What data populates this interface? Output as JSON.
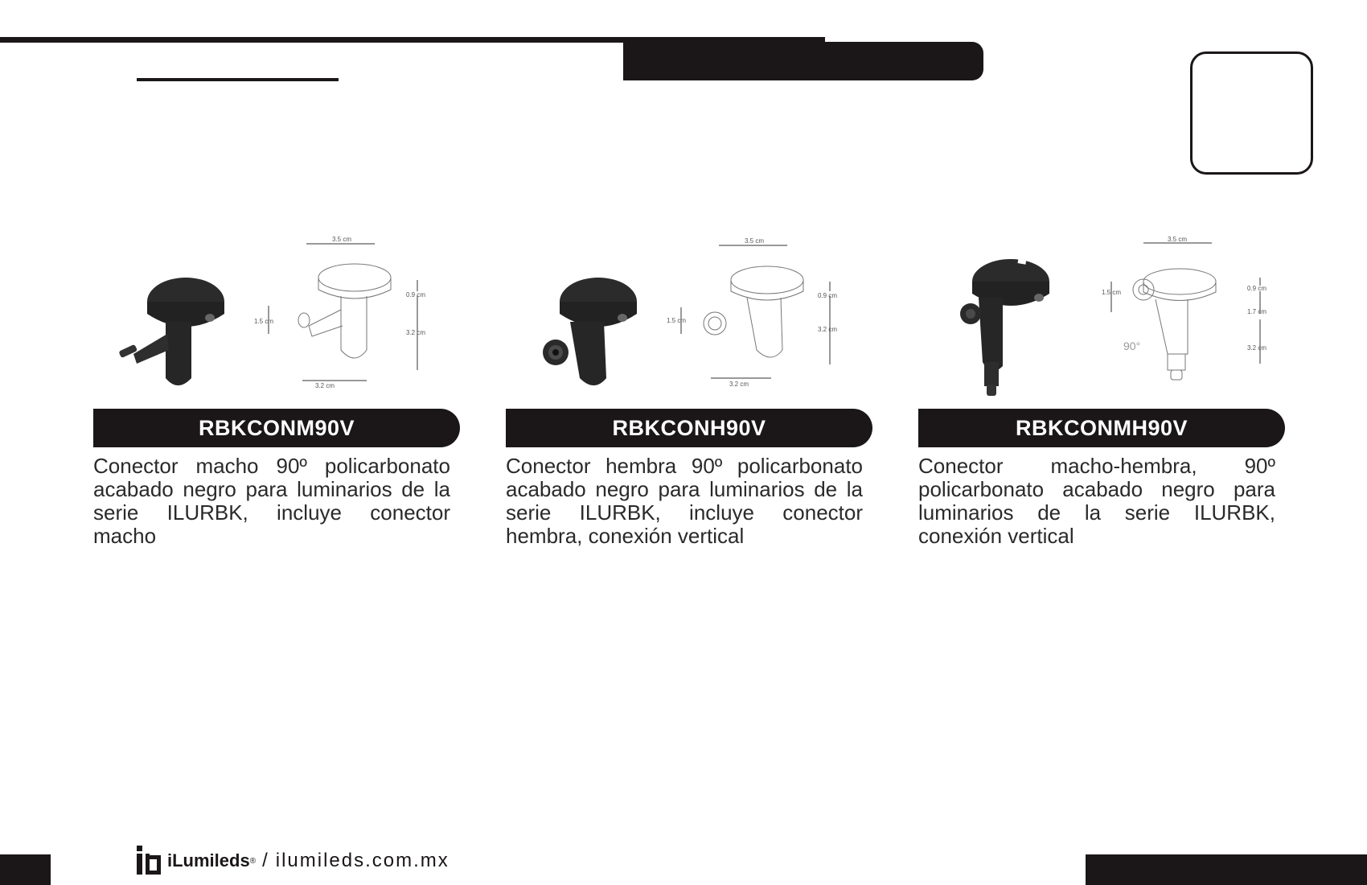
{
  "products": [
    {
      "code": "RBKCONM90V",
      "description": "Conector macho 90º policarbonato acabado negro para luminarios de la serie ILURBK, incluye conector macho",
      "dims": {
        "top": "3.5 cm",
        "right_small": "0.9 cm",
        "right_big": "3.2 cm",
        "left": "1.5 cm",
        "bottom": "3.2 cm"
      }
    },
    {
      "code": "RBKCONH90V",
      "description": "Conector hembra 90º policarbonato acabado negro para luminarios de la serie ILURBK, incluye conector hembra, conexión vertical",
      "dims": {
        "top": "3.5 cm",
        "right_small": "0.9 cm",
        "right_big": "3.2 cm",
        "left": "1.5 cm",
        "bottom": "3.2 cm"
      }
    },
    {
      "code": "RBKCONMH90V",
      "description": "Conector macho-hembra, 90º policarbonato acabado negro para luminarios de la serie ILURBK, conexión vertical",
      "dims": {
        "top": "3.5 cm",
        "right_small": "0.9 cm",
        "right_mid": "1.7 cm",
        "right_big": "3.2 cm",
        "left": "1.5 cm",
        "angle": "90°"
      }
    }
  ],
  "footer": {
    "brand": "iLumileds",
    "brand_mark": "®",
    "separator": "/",
    "url": "ilumileds.com.mx"
  },
  "colors": {
    "primary": "#1b1718",
    "text": "#2a2a2a"
  }
}
